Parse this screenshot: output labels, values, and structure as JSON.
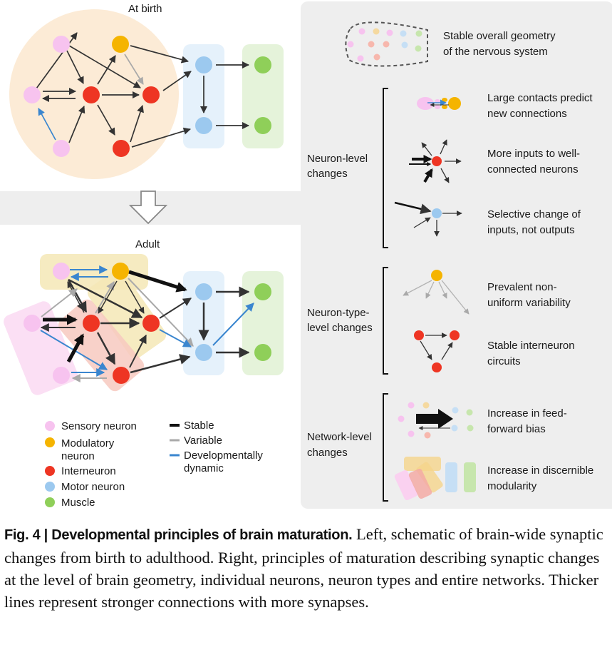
{
  "left": {
    "at_birth_title": "At birth",
    "adult_title": "Adult"
  },
  "legend": {
    "sensory": "Sensory neuron",
    "modulatory_1": "Modulatory",
    "modulatory_2": "neuron",
    "interneuron": "Interneuron",
    "motor": "Motor neuron",
    "muscle": "Muscle",
    "stable": "Stable",
    "variable": "Variable",
    "dev_1": "Developmentally",
    "dev_2": "dynamic"
  },
  "right": {
    "geometry_1": "Stable overall geometry",
    "geometry_2": "of the nervous system",
    "neuron_level_1": "Neuron-level",
    "neuron_level_2": "changes",
    "large_1": "Large contacts predict",
    "large_2": "new connections",
    "more_1": "More inputs to well-",
    "more_2": "connected neurons",
    "selective_1": "Selective change of",
    "selective_2": "inputs, not outputs",
    "type_level_1": "Neuron-type-",
    "type_level_2": "level changes",
    "prevalent_1": "Prevalent non-",
    "prevalent_2": "uniform variability",
    "stable_inter_1": "Stable interneuron",
    "stable_inter_2": "circuits",
    "network_level_1": "Network-level",
    "network_level_2": "changes",
    "ff_1": "Increase in feed-",
    "ff_2": "forward bias",
    "mod_1": "Increase in discernible",
    "mod_2": "modularity"
  },
  "colors": {
    "sensory": "#f7c3ef",
    "modulatory": "#f5b400",
    "interneuron": "#ee3523",
    "motor": "#9cc9ef",
    "muscle": "#8fcf59",
    "stable": "#111111",
    "variable": "#a9a9a9",
    "dynamic": "#3a86cf",
    "panel": "#eeeeee"
  },
  "caption": {
    "label": "Fig. 4 | Developmental principles of brain maturation.",
    "text": " Left, schematic of brain-wide synaptic changes from birth to adulthood. Right, principles of maturation describing synaptic changes at the level of brain geometry, individual neurons, neuron types and entire networks. Thicker lines represent stronger connections with more synapses."
  }
}
